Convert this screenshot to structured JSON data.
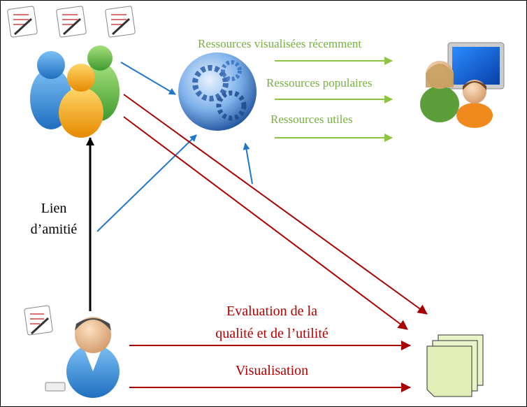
{
  "labels": {
    "recent": "Ressources visualisées récemment",
    "popular": "Ressources populaires",
    "useful": "Ressources utiles",
    "friendship_line1": "Lien",
    "friendship_line2": "d’amitié",
    "evaluation_line1": "Evaluation de la",
    "evaluation_line2": "qualité et de l’utilité",
    "visualisation": "Visualisation"
  },
  "colors": {
    "blue_arrow": "#1f77c8",
    "red_arrow": "#a80000",
    "green_arrow": "#8cc63f",
    "black_arrow": "#000000"
  },
  "icons": [
    "checklist-icon",
    "user-group-icon",
    "gears-icon",
    "computer-users-icon",
    "user-icon",
    "documents-icon"
  ]
}
